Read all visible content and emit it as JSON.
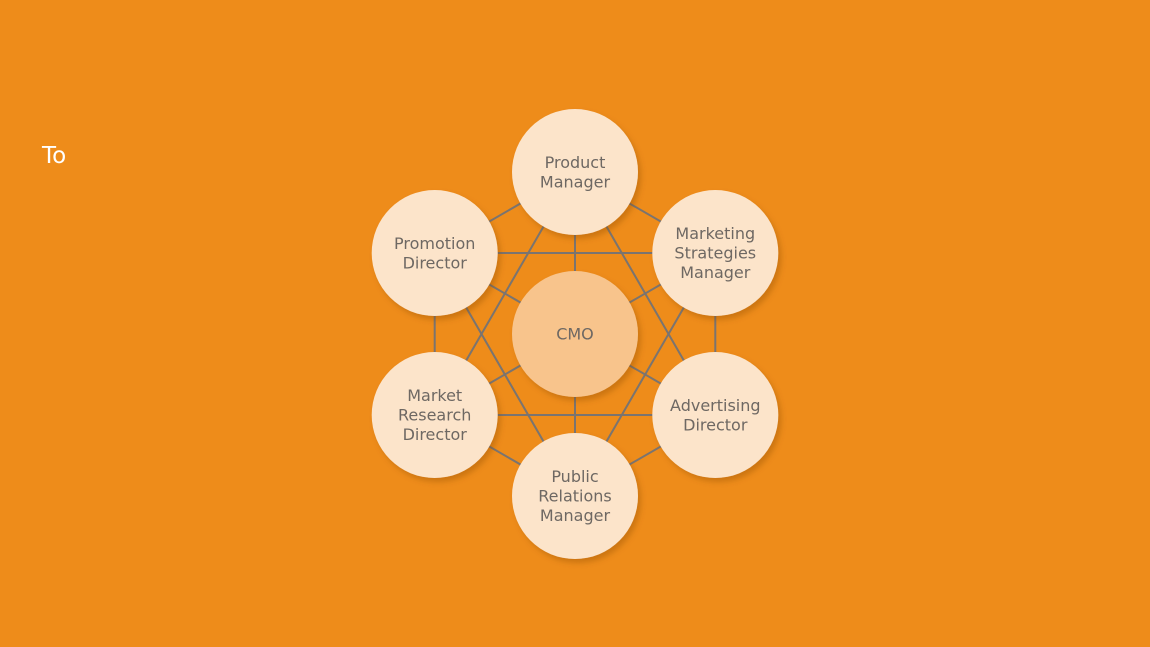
{
  "slide": {
    "title": "To"
  },
  "colors": {
    "background": "#EE8C1A",
    "node_fill": "#FCE4CA",
    "center_fill": "#F8C48C",
    "line": "#7A7470",
    "text": "#6E6863"
  },
  "diagram": {
    "center": {
      "id": "cmo",
      "lines": [
        "CMO"
      ]
    },
    "nodes": [
      {
        "id": "product-manager",
        "lines": [
          "Product",
          "Manager"
        ]
      },
      {
        "id": "marketing-strategies-manager",
        "lines": [
          "Marketing",
          "Strategies",
          "Manager"
        ]
      },
      {
        "id": "advertising-director",
        "lines": [
          "Advertising",
          "Director"
        ]
      },
      {
        "id": "public-relations-manager",
        "lines": [
          "Public",
          "Relations",
          "Manager"
        ]
      },
      {
        "id": "market-research-director",
        "lines": [
          "Market",
          "Research",
          "Director"
        ]
      },
      {
        "id": "promotion-director",
        "lines": [
          "Promotion",
          "Director"
        ]
      }
    ],
    "edges": [
      [
        "product-manager",
        "marketing-strategies-manager"
      ],
      [
        "marketing-strategies-manager",
        "advertising-director"
      ],
      [
        "advertising-director",
        "public-relations-manager"
      ],
      [
        "public-relations-manager",
        "market-research-director"
      ],
      [
        "market-research-director",
        "promotion-director"
      ],
      [
        "promotion-director",
        "product-manager"
      ],
      [
        "product-manager",
        "advertising-director"
      ],
      [
        "marketing-strategies-manager",
        "public-relations-manager"
      ],
      [
        "advertising-director",
        "market-research-director"
      ],
      [
        "public-relations-manager",
        "promotion-director"
      ],
      [
        "market-research-director",
        "product-manager"
      ],
      [
        "promotion-director",
        "marketing-strategies-manager"
      ],
      [
        "cmo",
        "product-manager"
      ],
      [
        "cmo",
        "marketing-strategies-manager"
      ],
      [
        "cmo",
        "advertising-director"
      ],
      [
        "cmo",
        "public-relations-manager"
      ],
      [
        "cmo",
        "market-research-director"
      ],
      [
        "cmo",
        "promotion-director"
      ]
    ]
  }
}
